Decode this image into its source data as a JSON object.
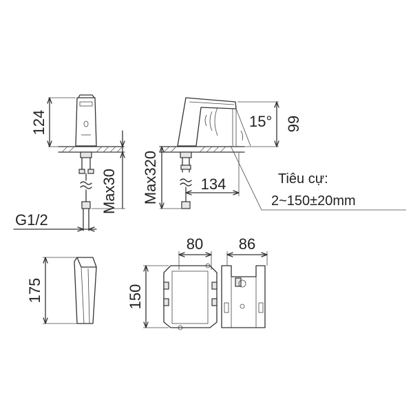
{
  "labels": {
    "dim_124": "124",
    "dim_max30": "Max30",
    "dim_g12": "G1/2",
    "dim_max320": "Max320",
    "dim_134": "134",
    "dim_15deg": "15°",
    "dim_99": "99",
    "focal_title": "Tiêu cự:",
    "focal_value": "2~150±20mm",
    "dim_175": "175",
    "dim_80": "80",
    "dim_86": "86",
    "dim_150": "150"
  },
  "colors": {
    "line": "#333333",
    "background": "#ffffff"
  }
}
